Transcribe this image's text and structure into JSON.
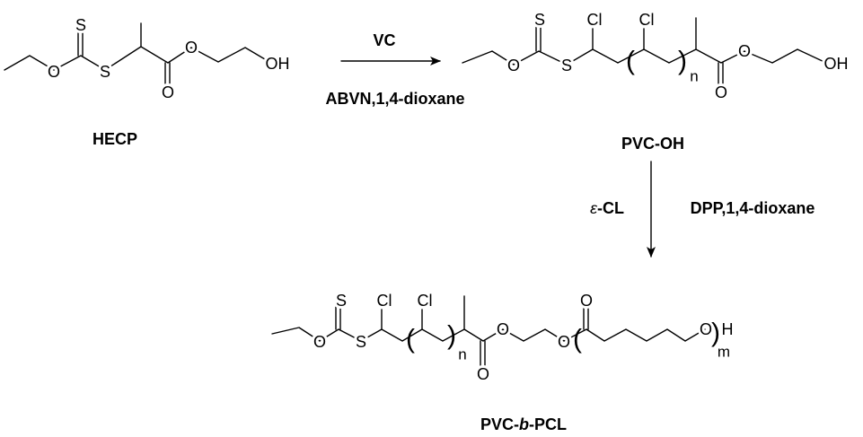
{
  "compounds": {
    "hecp": {
      "name": "HECP",
      "atoms": [
        "O",
        "S",
        "S",
        "O",
        "O",
        "OH"
      ]
    },
    "pvc_oh": {
      "name": "PVC-OH",
      "atoms": [
        "O",
        "S",
        "S",
        "Cl",
        "Cl",
        "O",
        "O",
        "OH"
      ],
      "repeat": "n"
    },
    "pvc_b_pcl": {
      "name_parts": [
        "PVC-",
        "b",
        "-PCL"
      ],
      "atoms": [
        "O",
        "S",
        "S",
        "Cl",
        "Cl",
        "O",
        "O",
        "O",
        "O",
        "O",
        "H"
      ],
      "repeat_1": "n",
      "repeat_2": "m"
    }
  },
  "step1": {
    "reagent": "VC",
    "conditions": "ABVN,1,4-dioxane"
  },
  "step2": {
    "reagent_symbol": "ε",
    "reagent": "-CL",
    "conditions": "DPP,1,4-dioxane"
  }
}
